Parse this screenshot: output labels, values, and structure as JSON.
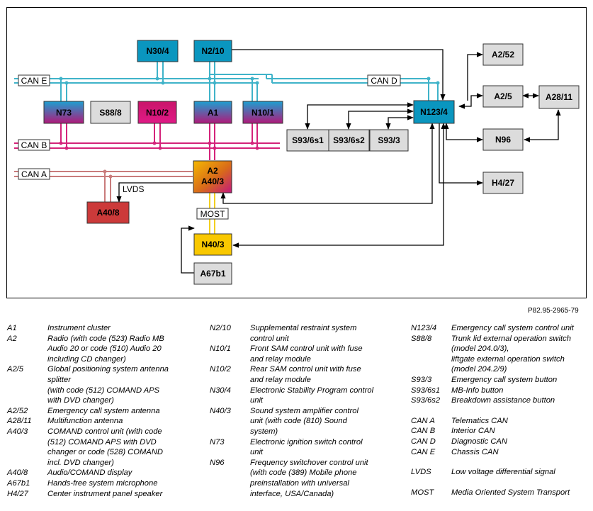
{
  "diagram": {
    "figure_id": "P82.95-2965-79",
    "buses": {
      "can_e": "CAN E",
      "can_b": "CAN B",
      "can_a": "CAN A",
      "can_d": "CAN D",
      "lvds": "LVDS",
      "most": "MOST"
    },
    "components": {
      "n30_4": "N30/4",
      "n2_10": "N2/10",
      "a2_52": "A2/52",
      "n73": "N73",
      "s88_8": "S88/8",
      "n10_2": "N10/2",
      "a1": "A1",
      "n10_1": "N10/1",
      "n123_4": "N123/4",
      "a2_5": "A2/5",
      "a28_11": "A28/11",
      "s93_6s1": "S93/6s1",
      "s93_6s2": "S93/6s2",
      "s93_3": "S93/3",
      "n96": "N96",
      "a2_line1": "A2",
      "a2_line2": "A40/3",
      "a40_8": "A40/8",
      "h4_27": "H4/27",
      "n40_3": "N40/3",
      "a67b1": "A67b1"
    },
    "colors": {
      "can_e": "#3fb3c9",
      "can_b": "#d4237a",
      "can_a": "#c97b7b",
      "most": "#f2cf1f",
      "teal_box": "#0a96bf",
      "gray_box": "#dcdcdc",
      "red_box": "#cc3a3a",
      "yellow_box": "#f9c800"
    }
  },
  "legend": {
    "col1": [
      {
        "code": "A1",
        "desc": [
          "Instrument cluster"
        ]
      },
      {
        "code": "A2",
        "desc": [
          "Radio (with code (523) Radio MB",
          "Audio 20 or code (510) Audio 20",
          "including CD changer)"
        ]
      },
      {
        "code": "A2/5",
        "desc": [
          "Global positioning system antenna",
          "splitter",
          "(with code (512) COMAND APS",
          "with DVD changer)"
        ]
      },
      {
        "code": "A2/52",
        "desc": [
          "Emergency call system antenna"
        ]
      },
      {
        "code": "A28/11",
        "desc": [
          "Multifunction antenna"
        ]
      },
      {
        "code": "A40/3",
        "desc": [
          "COMAND control unit (with code",
          "(512) COMAND APS with DVD",
          "changer or code (528) COMAND",
          "incl. DVD changer)"
        ]
      },
      {
        "code": "A40/8",
        "desc": [
          "Audio/COMAND display"
        ]
      },
      {
        "code": "A67b1",
        "desc": [
          "Hands-free system microphone"
        ]
      },
      {
        "code": "H4/27",
        "desc": [
          "Center instrument panel speaker"
        ]
      }
    ],
    "col2": [
      {
        "code": "N2/10",
        "desc": [
          "Supplemental restraint system",
          "control unit"
        ]
      },
      {
        "code": "N10/1",
        "desc": [
          "Front SAM control unit with fuse",
          "and relay module"
        ]
      },
      {
        "code": "N10/2",
        "desc": [
          "Rear SAM control unit with fuse",
          "and relay module"
        ]
      },
      {
        "code": "N30/4",
        "desc": [
          "Electronic Stability Program control",
          "unit"
        ]
      },
      {
        "code": "N40/3",
        "desc": [
          "Sound system amplifier control",
          "unit (with code (810) Sound",
          "system)"
        ]
      },
      {
        "code": "N73",
        "desc": [
          "Electronic ignition switch control",
          "unit"
        ]
      },
      {
        "code": "N96",
        "desc": [
          "Frequency switchover control unit",
          "(with code (389) Mobile phone",
          "preinstallation with universal",
          "interface, USA/Canada)"
        ]
      }
    ],
    "col3": [
      {
        "code": "N123/4",
        "desc": [
          "Emergency call system control unit"
        ]
      },
      {
        "code": "S88/8",
        "desc": [
          "Trunk lid external operation switch",
          "(model 204.0/3),",
          "liftgate external operation switch",
          "(model 204.2/9)"
        ]
      },
      {
        "code": "S93/3",
        "desc": [
          "Emergency call system button"
        ]
      },
      {
        "code": "S93/6s1",
        "desc": [
          "MB-Info button"
        ]
      },
      {
        "code": "S93/6s2",
        "desc": [
          "Breakdown assistance button"
        ]
      },
      {
        "gap": true
      },
      {
        "code": "CAN A",
        "desc": [
          "Telematics CAN"
        ]
      },
      {
        "code": "CAN B",
        "desc": [
          "Interior CAN"
        ]
      },
      {
        "code": "CAN D",
        "desc": [
          "Diagnostic CAN"
        ]
      },
      {
        "code": "CAN E",
        "desc": [
          "Chassis CAN"
        ]
      },
      {
        "gap": true
      },
      {
        "code": "LVDS",
        "desc": [
          "Low voltage differential signal"
        ]
      },
      {
        "gap": true
      },
      {
        "code": "MOST",
        "desc": [
          "Media Oriented System Transport"
        ]
      }
    ]
  }
}
